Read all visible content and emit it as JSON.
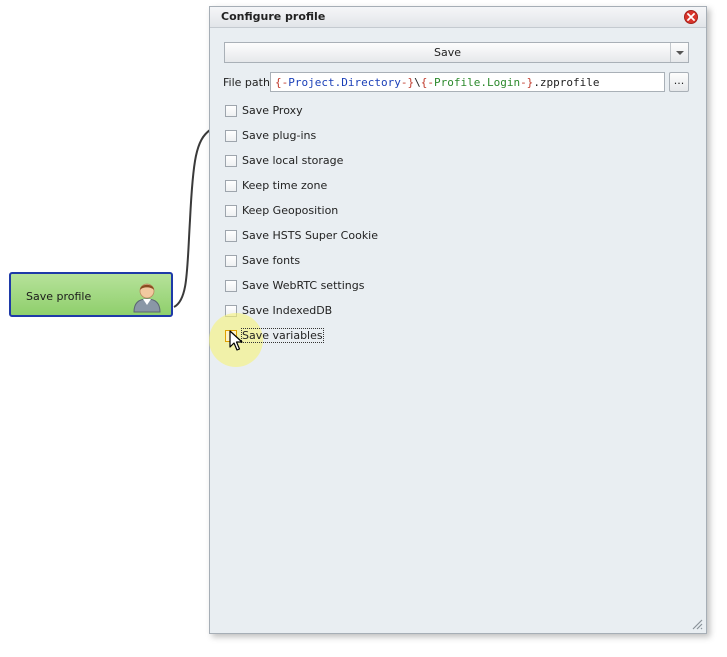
{
  "canvas": {
    "node": {
      "label": "Save profile",
      "icon": "user-avatar-icon"
    }
  },
  "dialog": {
    "title": "Configure profile",
    "close_icon": "close-icon",
    "action_select": {
      "value": "Save"
    },
    "file_path": {
      "label": "File path",
      "parts": [
        {
          "text": "{-",
          "role": "brace"
        },
        {
          "text": "Project.Directory",
          "role": "var1"
        },
        {
          "text": "-}",
          "role": "brace"
        },
        {
          "text": "\\",
          "role": "text"
        },
        {
          "text": "{-",
          "role": "brace"
        },
        {
          "text": "Profile.Login",
          "role": "var2"
        },
        {
          "text": "-}",
          "role": "brace"
        },
        {
          "text": ".zpprofile",
          "role": "text"
        }
      ],
      "browse_label": "..."
    },
    "options": [
      {
        "label": "Save Proxy",
        "checked": false
      },
      {
        "label": "Save plug-ins",
        "checked": false
      },
      {
        "label": "Save local storage",
        "checked": false
      },
      {
        "label": "Keep time zone",
        "checked": false
      },
      {
        "label": "Keep Geoposition",
        "checked": false
      },
      {
        "label": "Save HSTS Super Cookie",
        "checked": false
      },
      {
        "label": "Save fonts",
        "checked": false
      },
      {
        "label": "Save WebRTC settings",
        "checked": false
      },
      {
        "label": "Save IndexedDB",
        "checked": false
      },
      {
        "label": "Save variables",
        "checked": false,
        "focused": true
      }
    ]
  },
  "colors": {
    "node_fill": "#9bd57a",
    "node_border": "#1e3aa8",
    "close_button": "#d9342b",
    "highlight": "#f6f378"
  }
}
